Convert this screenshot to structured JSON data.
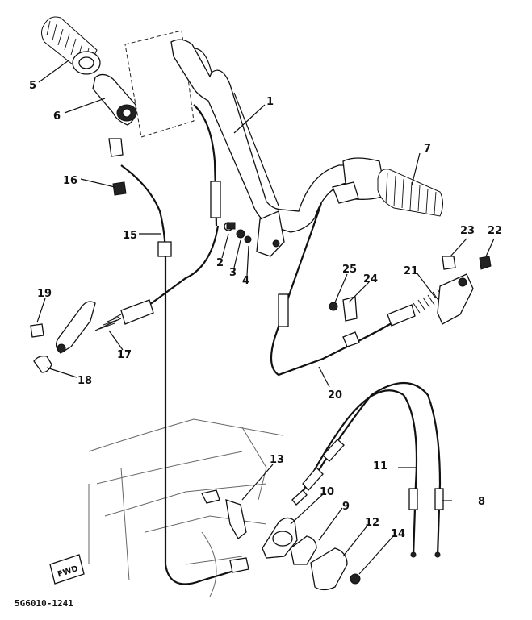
{
  "diagram": {
    "labels": [
      {
        "id": "c1",
        "text": "1"
      },
      {
        "id": "c2",
        "text": "2"
      },
      {
        "id": "c3",
        "text": "3"
      },
      {
        "id": "c4",
        "text": "4"
      },
      {
        "id": "c5",
        "text": "5"
      },
      {
        "id": "c6",
        "text": "6"
      },
      {
        "id": "c7",
        "text": "7"
      },
      {
        "id": "c8",
        "text": "8"
      },
      {
        "id": "c9",
        "text": "9"
      },
      {
        "id": "c10",
        "text": "10"
      },
      {
        "id": "c11",
        "text": "11"
      },
      {
        "id": "c12",
        "text": "12"
      },
      {
        "id": "c13",
        "text": "13"
      },
      {
        "id": "c14",
        "text": "14"
      },
      {
        "id": "c15",
        "text": "15"
      },
      {
        "id": "c16",
        "text": "16"
      },
      {
        "id": "c17",
        "text": "17"
      },
      {
        "id": "c18",
        "text": "18"
      },
      {
        "id": "c19",
        "text": "19"
      },
      {
        "id": "c20",
        "text": "20"
      },
      {
        "id": "c21",
        "text": "21"
      },
      {
        "id": "c22",
        "text": "22"
      },
      {
        "id": "c23",
        "text": "23"
      },
      {
        "id": "c24",
        "text": "24"
      },
      {
        "id": "c25",
        "text": "25"
      }
    ],
    "direction_marker": "FWD",
    "drawing_code": "5G6010-1241"
  }
}
